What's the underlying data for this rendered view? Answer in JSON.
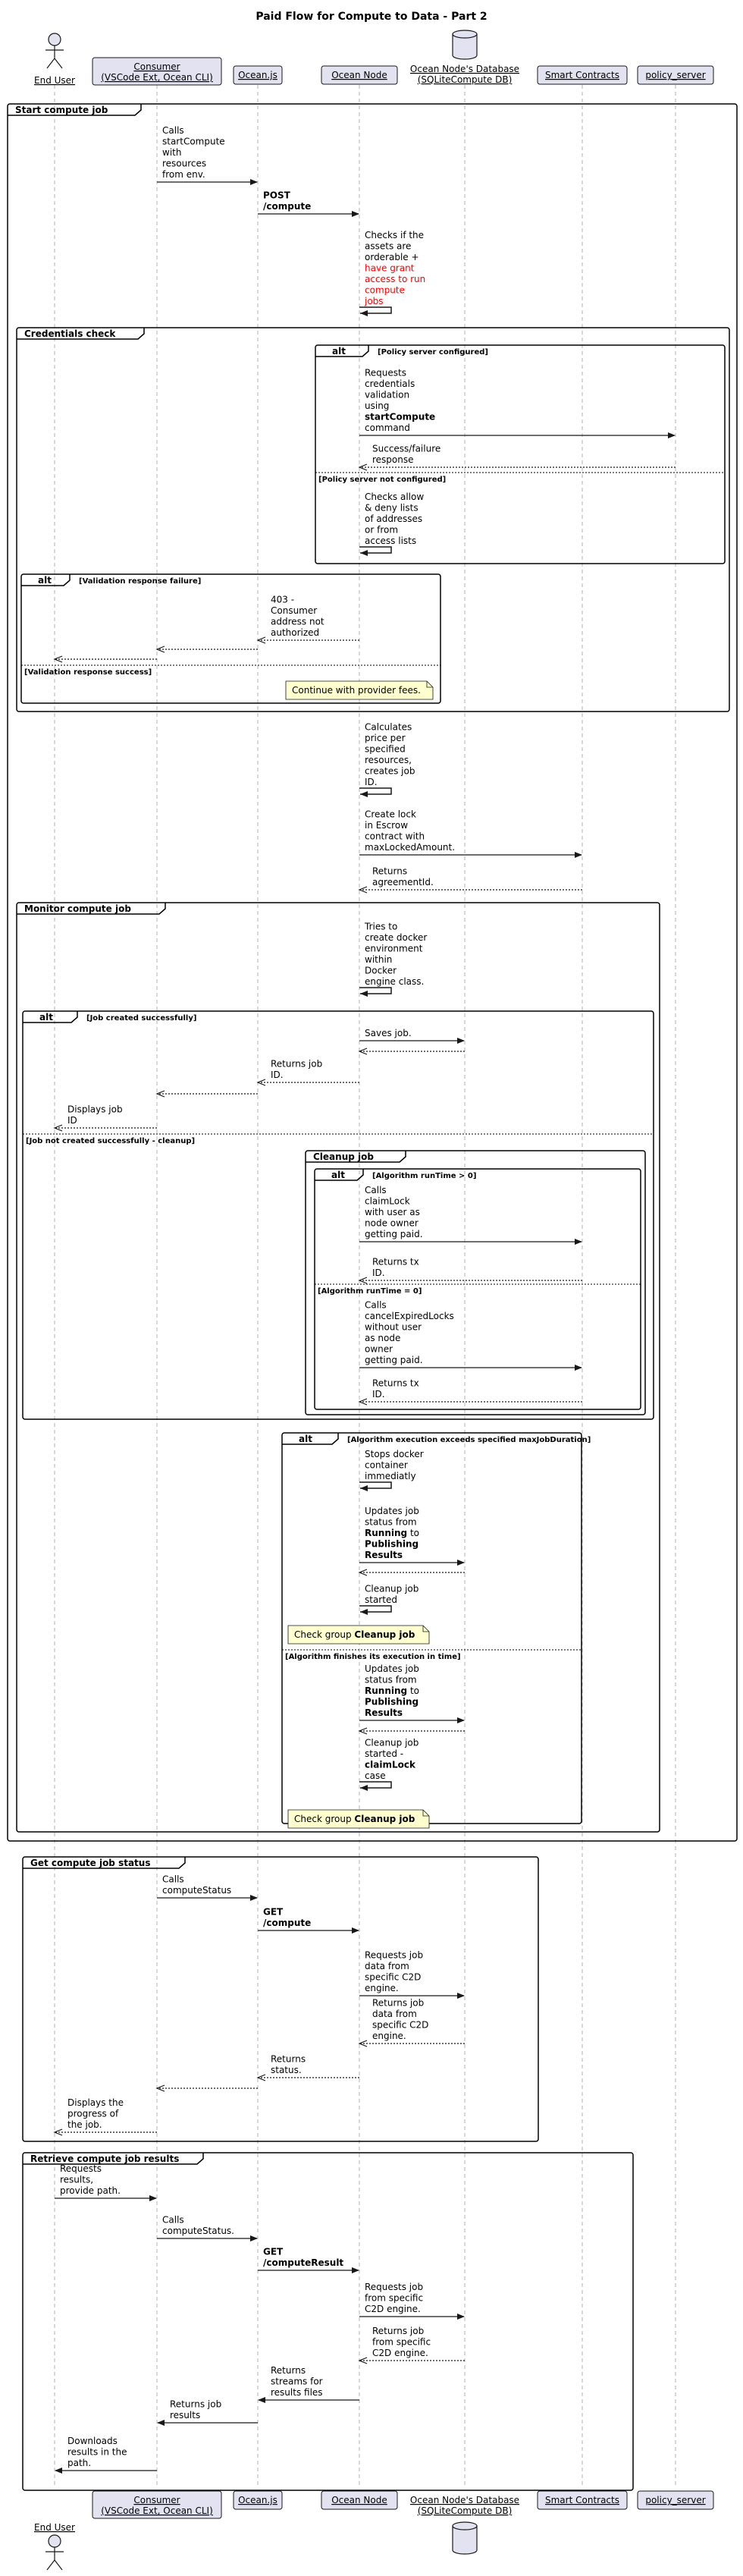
{
  "title": "Paid Flow for Compute to Data - Part 2",
  "participants": [
    {
      "id": "enduser",
      "kind": "actor",
      "lines": [
        "End User"
      ]
    },
    {
      "id": "consumer",
      "kind": "box",
      "lines": [
        "Consumer",
        "(VSCode Ext, Ocean CLI)"
      ]
    },
    {
      "id": "oceanjs",
      "kind": "box",
      "lines": [
        "Ocean.js"
      ]
    },
    {
      "id": "node",
      "kind": "box",
      "lines": [
        "Ocean Node"
      ]
    },
    {
      "id": "db",
      "kind": "database",
      "lines": [
        "Ocean Node's Database",
        "(SQLiteCompute DB)"
      ]
    },
    {
      "id": "contracts",
      "kind": "box",
      "lines": [
        "Smart Contracts"
      ]
    },
    {
      "id": "policy",
      "kind": "box",
      "lines": [
        "policy_server"
      ]
    }
  ],
  "frames": [
    {
      "id": "f1",
      "kind": "group",
      "label": "Start compute job"
    },
    {
      "id": "f2",
      "kind": "group",
      "label": "Credentials check"
    },
    {
      "id": "f3",
      "kind": "alt",
      "label": "alt",
      "conditions": [
        "[Policy server configured]",
        "[Policy server not configured]"
      ]
    },
    {
      "id": "f4",
      "kind": "alt",
      "label": "alt",
      "conditions": [
        "[Validation response failure]",
        "[Validation response success]"
      ]
    },
    {
      "id": "f5",
      "kind": "group",
      "label": "Monitor compute job"
    },
    {
      "id": "f6",
      "kind": "alt",
      "label": "alt",
      "conditions": [
        "[Job created successfully]",
        "[Job not created successfully - cleanup]"
      ]
    },
    {
      "id": "f7",
      "kind": "group",
      "label": "Cleanup job"
    },
    {
      "id": "f8",
      "kind": "alt",
      "label": "alt",
      "conditions": [
        "[Algorithm runTime > 0]",
        "[Algorithm runTime = 0]"
      ]
    },
    {
      "id": "f9",
      "kind": "alt",
      "label": "alt",
      "conditions": [
        "[Algorithm execution exceeds specified maxJobDuration]",
        "[Algorithm finishes its execution in time]"
      ]
    },
    {
      "id": "f10",
      "kind": "group",
      "label": "Get compute job status"
    },
    {
      "id": "f11",
      "kind": "group",
      "label": "Retrieve compute job results"
    }
  ],
  "notes": [
    [
      {
        "t": "Continue with provider fees."
      }
    ],
    [
      {
        "t": "Check group "
      },
      {
        "t": "Cleanup job",
        "b": true
      }
    ],
    [
      {
        "t": "Check group "
      },
      {
        "t": "Cleanup job",
        "b": true
      }
    ]
  ],
  "messages": [
    {
      "from": "consumer",
      "to": "oceanjs",
      "style": "solid",
      "lines": [
        [
          {
            "t": "Calls"
          }
        ],
        [
          {
            "t": "startCompute"
          }
        ],
        [
          {
            "t": "with"
          }
        ],
        [
          {
            "t": "resources"
          }
        ],
        [
          {
            "t": "from env."
          }
        ]
      ]
    },
    {
      "from": "oceanjs",
      "to": "node",
      "style": "solid",
      "lines": [
        [
          {
            "t": "POST",
            "b": true
          }
        ],
        [
          {
            "t": "/compute",
            "b": true
          }
        ]
      ]
    },
    {
      "from": "node",
      "to": "node",
      "style": "self",
      "lines": [
        [
          {
            "t": "Checks if the"
          }
        ],
        [
          {
            "t": "assets are"
          }
        ],
        [
          {
            "t": "orderable +"
          }
        ],
        [
          {
            "t": "have grant",
            "c": "red"
          }
        ],
        [
          {
            "t": "access to run",
            "c": "red"
          }
        ],
        [
          {
            "t": "compute",
            "c": "red"
          }
        ],
        [
          {
            "t": "jobs",
            "c": "red"
          }
        ]
      ]
    },
    {
      "from": "node",
      "to": "policy",
      "style": "solid",
      "lines": [
        [
          {
            "t": "Requests"
          }
        ],
        [
          {
            "t": "credentials"
          }
        ],
        [
          {
            "t": "validation"
          }
        ],
        [
          {
            "t": "using"
          }
        ],
        [
          {
            "t": "startCompute",
            "b": true
          }
        ],
        [
          {
            "t": "command"
          }
        ]
      ]
    },
    {
      "from": "policy",
      "to": "node",
      "style": "dashed",
      "lines": [
        [
          {
            "t": "Success/failure"
          }
        ],
        [
          {
            "t": "response"
          }
        ]
      ]
    },
    {
      "from": "node",
      "to": "node",
      "style": "self",
      "lines": [
        [
          {
            "t": "Checks allow"
          }
        ],
        [
          {
            "t": "& deny lists"
          }
        ],
        [
          {
            "t": "of addresses"
          }
        ],
        [
          {
            "t": "or from"
          }
        ],
        [
          {
            "t": "access lists"
          }
        ]
      ]
    },
    {
      "from": "node",
      "to": "oceanjs",
      "style": "dashed",
      "lines": [
        [
          {
            "t": "403 -"
          }
        ],
        [
          {
            "t": "Consumer"
          }
        ],
        [
          {
            "t": "address not"
          }
        ],
        [
          {
            "t": "authorized"
          }
        ]
      ]
    },
    {
      "from": "oceanjs",
      "to": "consumer",
      "style": "dashed",
      "lines": []
    },
    {
      "from": "consumer",
      "to": "enduser",
      "style": "dashed",
      "lines": []
    },
    {
      "from": "node",
      "to": "node",
      "style": "self",
      "lines": [
        [
          {
            "t": "Calculates"
          }
        ],
        [
          {
            "t": "price per"
          }
        ],
        [
          {
            "t": "specified"
          }
        ],
        [
          {
            "t": "resources,"
          }
        ],
        [
          {
            "t": "creates job"
          }
        ],
        [
          {
            "t": "ID."
          }
        ]
      ]
    },
    {
      "from": "node",
      "to": "contracts",
      "style": "solid",
      "lines": [
        [
          {
            "t": "Create lock"
          }
        ],
        [
          {
            "t": "in Escrow"
          }
        ],
        [
          {
            "t": "contract with"
          }
        ],
        [
          {
            "t": "maxLockedAmount."
          }
        ]
      ]
    },
    {
      "from": "contracts",
      "to": "node",
      "style": "dashed",
      "lines": [
        [
          {
            "t": "Returns"
          }
        ],
        [
          {
            "t": "agreementId."
          }
        ]
      ]
    },
    {
      "from": "node",
      "to": "node",
      "style": "self",
      "lines": [
        [
          {
            "t": "Tries to"
          }
        ],
        [
          {
            "t": "create docker"
          }
        ],
        [
          {
            "t": "environment"
          }
        ],
        [
          {
            "t": "within"
          }
        ],
        [
          {
            "t": "Docker"
          }
        ],
        [
          {
            "t": "engine class."
          }
        ]
      ]
    },
    {
      "from": "node",
      "to": "db",
      "style": "solid",
      "lines": [
        [
          {
            "t": "Saves job."
          }
        ]
      ]
    },
    {
      "from": "db",
      "to": "node",
      "style": "dashed",
      "lines": []
    },
    {
      "from": "node",
      "to": "oceanjs",
      "style": "dashed",
      "lines": [
        [
          {
            "t": "Returns job"
          }
        ],
        [
          {
            "t": "ID."
          }
        ]
      ]
    },
    {
      "from": "oceanjs",
      "to": "consumer",
      "style": "dashed",
      "lines": []
    },
    {
      "from": "consumer",
      "to": "enduser",
      "style": "dashed",
      "lines": [
        [
          {
            "t": "Displays job"
          }
        ],
        [
          {
            "t": "ID"
          }
        ]
      ]
    },
    {
      "from": "node",
      "to": "contracts",
      "style": "solid",
      "lines": [
        [
          {
            "t": "Calls"
          }
        ],
        [
          {
            "t": "claimLock"
          }
        ],
        [
          {
            "t": "with user as"
          }
        ],
        [
          {
            "t": "node owner"
          }
        ],
        [
          {
            "t": "getting paid."
          }
        ]
      ]
    },
    {
      "from": "contracts",
      "to": "node",
      "style": "dashed",
      "lines": [
        [
          {
            "t": "Returns tx"
          }
        ],
        [
          {
            "t": "ID."
          }
        ]
      ]
    },
    {
      "from": "node",
      "to": "contracts",
      "style": "solid",
      "lines": [
        [
          {
            "t": "Calls"
          }
        ],
        [
          {
            "t": "cancelExpiredLocks"
          }
        ],
        [
          {
            "t": "without user"
          }
        ],
        [
          {
            "t": "as node"
          }
        ],
        [
          {
            "t": "owner"
          }
        ],
        [
          {
            "t": "getting paid."
          }
        ]
      ]
    },
    {
      "from": "contracts",
      "to": "node",
      "style": "dashed",
      "lines": [
        [
          {
            "t": "Returns tx"
          }
        ],
        [
          {
            "t": "ID."
          }
        ]
      ]
    },
    {
      "from": "node",
      "to": "node",
      "style": "self",
      "lines": [
        [
          {
            "t": "Stops docker"
          }
        ],
        [
          {
            "t": "container"
          }
        ],
        [
          {
            "t": "immediatly"
          }
        ]
      ]
    },
    {
      "from": "node",
      "to": "db",
      "style": "solid",
      "lines": [
        [
          {
            "t": "Updates job"
          }
        ],
        [
          {
            "t": "status from"
          }
        ],
        [
          {
            "t": "Running",
            "b": true
          },
          {
            "t": " to"
          }
        ],
        [
          {
            "t": "Publishing",
            "b": true
          }
        ],
        [
          {
            "t": "Results",
            "b": true
          }
        ]
      ]
    },
    {
      "from": "db",
      "to": "node",
      "style": "dashed",
      "lines": []
    },
    {
      "from": "node",
      "to": "node",
      "style": "self",
      "lines": [
        [
          {
            "t": "Cleanup job"
          }
        ],
        [
          {
            "t": "started"
          }
        ]
      ]
    },
    {
      "from": "node",
      "to": "db",
      "style": "solid",
      "lines": [
        [
          {
            "t": "Updates job"
          }
        ],
        [
          {
            "t": "status from"
          }
        ],
        [
          {
            "t": "Running",
            "b": true
          },
          {
            "t": " to"
          }
        ],
        [
          {
            "t": "Publishing",
            "b": true
          }
        ],
        [
          {
            "t": "Results",
            "b": true
          }
        ]
      ]
    },
    {
      "from": "db",
      "to": "node",
      "style": "dashed",
      "lines": []
    },
    {
      "from": "node",
      "to": "node",
      "style": "self",
      "lines": [
        [
          {
            "t": "Cleanup job"
          }
        ],
        [
          {
            "t": "started -"
          }
        ],
        [
          {
            "t": "claimLock",
            "b": true
          }
        ],
        [
          {
            "t": "case"
          }
        ]
      ]
    },
    {
      "from": "consumer",
      "to": "oceanjs",
      "style": "solid",
      "lines": [
        [
          {
            "t": "Calls"
          }
        ],
        [
          {
            "t": "computeStatus"
          }
        ]
      ]
    },
    {
      "from": "oceanjs",
      "to": "node",
      "style": "solid",
      "lines": [
        [
          {
            "t": "GET",
            "b": true
          }
        ],
        [
          {
            "t": "/compute",
            "b": true
          }
        ]
      ]
    },
    {
      "from": "node",
      "to": "db",
      "style": "solid",
      "lines": [
        [
          {
            "t": "Requests job"
          }
        ],
        [
          {
            "t": "data from"
          }
        ],
        [
          {
            "t": "specific C2D"
          }
        ],
        [
          {
            "t": "engine."
          }
        ]
      ]
    },
    {
      "from": "db",
      "to": "node",
      "style": "dashed",
      "lines": [
        [
          {
            "t": "Returns job"
          }
        ],
        [
          {
            "t": "data from"
          }
        ],
        [
          {
            "t": "specific C2D"
          }
        ],
        [
          {
            "t": "engine."
          }
        ]
      ]
    },
    {
      "from": "node",
      "to": "oceanjs",
      "style": "dashed",
      "lines": [
        [
          {
            "t": "Returns"
          }
        ],
        [
          {
            "t": "status."
          }
        ]
      ]
    },
    {
      "from": "oceanjs",
      "to": "consumer",
      "style": "dashed",
      "lines": []
    },
    {
      "from": "consumer",
      "to": "enduser",
      "style": "dashed",
      "lines": [
        [
          {
            "t": "Displays the"
          }
        ],
        [
          {
            "t": "progress of"
          }
        ],
        [
          {
            "t": "the job."
          }
        ]
      ]
    },
    {
      "from": "enduser",
      "to": "consumer",
      "style": "solid",
      "lines": [
        [
          {
            "t": "Requests"
          }
        ],
        [
          {
            "t": "results,"
          }
        ],
        [
          {
            "t": "provide path."
          }
        ]
      ]
    },
    {
      "from": "consumer",
      "to": "oceanjs",
      "style": "solid",
      "lines": [
        [
          {
            "t": "Calls"
          }
        ],
        [
          {
            "t": "computeStatus."
          }
        ]
      ]
    },
    {
      "from": "oceanjs",
      "to": "node",
      "style": "solid",
      "lines": [
        [
          {
            "t": "GET",
            "b": true
          }
        ],
        [
          {
            "t": "/computeResult",
            "b": true
          }
        ]
      ]
    },
    {
      "from": "node",
      "to": "db",
      "style": "solid",
      "lines": [
        [
          {
            "t": "Requests job"
          }
        ],
        [
          {
            "t": "from specific"
          }
        ],
        [
          {
            "t": "C2D engine."
          }
        ]
      ]
    },
    {
      "from": "db",
      "to": "node",
      "style": "dashed",
      "lines": [
        [
          {
            "t": "Returns job"
          }
        ],
        [
          {
            "t": "from specific"
          }
        ],
        [
          {
            "t": "C2D engine."
          }
        ]
      ]
    },
    {
      "from": "node",
      "to": "oceanjs",
      "style": "solid",
      "lines": [
        [
          {
            "t": "Returns"
          }
        ],
        [
          {
            "t": "streams for"
          }
        ],
        [
          {
            "t": "results files"
          }
        ]
      ]
    },
    {
      "from": "oceanjs",
      "to": "consumer",
      "style": "solid",
      "lines": [
        [
          {
            "t": "Returns job"
          }
        ],
        [
          {
            "t": "results"
          }
        ]
      ]
    },
    {
      "from": "consumer",
      "to": "enduser",
      "style": "solid",
      "lines": [
        [
          {
            "t": "Downloads"
          }
        ],
        [
          {
            "t": "results in the"
          }
        ],
        [
          {
            "t": "path."
          }
        ]
      ]
    }
  ]
}
